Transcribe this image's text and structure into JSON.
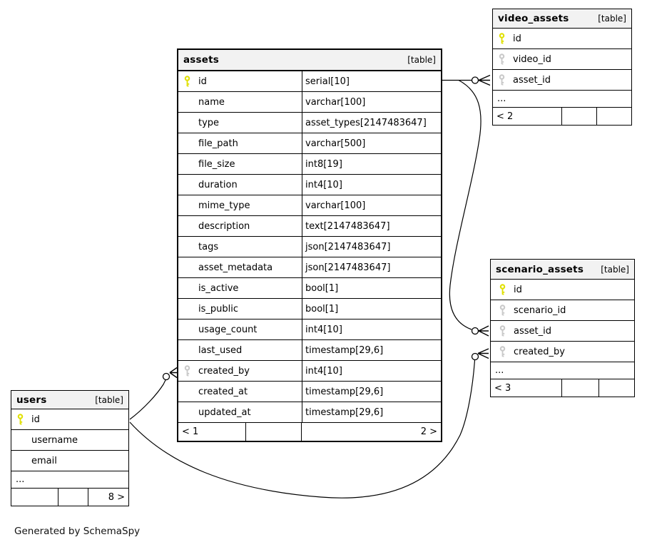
{
  "diagram": {
    "credit": "Generated by SchemaSpy",
    "colors": {
      "pk_key": "#e0e000",
      "fk_key": "#c9c9c9",
      "header_bg": "#f2f2f2",
      "line": "#000000"
    }
  },
  "tables": [
    {
      "id": "assets",
      "name": "assets",
      "badge": "[table]",
      "columns": [
        {
          "name": "id",
          "type": "serial[10]",
          "key": "pk"
        },
        {
          "name": "name",
          "type": "varchar[100]",
          "key": ""
        },
        {
          "name": "type",
          "type": "asset_types[2147483647]",
          "key": ""
        },
        {
          "name": "file_path",
          "type": "varchar[500]",
          "key": ""
        },
        {
          "name": "file_size",
          "type": "int8[19]",
          "key": ""
        },
        {
          "name": "duration",
          "type": "int4[10]",
          "key": ""
        },
        {
          "name": "mime_type",
          "type": "varchar[100]",
          "key": ""
        },
        {
          "name": "description",
          "type": "text[2147483647]",
          "key": ""
        },
        {
          "name": "tags",
          "type": "json[2147483647]",
          "key": ""
        },
        {
          "name": "asset_metadata",
          "type": "json[2147483647]",
          "key": ""
        },
        {
          "name": "is_active",
          "type": "bool[1]",
          "key": ""
        },
        {
          "name": "is_public",
          "type": "bool[1]",
          "key": ""
        },
        {
          "name": "usage_count",
          "type": "int4[10]",
          "key": ""
        },
        {
          "name": "last_used",
          "type": "timestamp[29,6]",
          "key": ""
        },
        {
          "name": "created_by",
          "type": "int4[10]",
          "key": "fk"
        },
        {
          "name": "created_at",
          "type": "timestamp[29,6]",
          "key": ""
        },
        {
          "name": "updated_at",
          "type": "timestamp[29,6]",
          "key": ""
        }
      ],
      "ellipsis": "",
      "footer": [
        "< 1",
        "",
        "2 >"
      ]
    },
    {
      "id": "video_assets",
      "name": "video_assets",
      "badge": "[table]",
      "columns": [
        {
          "name": "id",
          "type": "",
          "key": "pk"
        },
        {
          "name": "video_id",
          "type": "",
          "key": "fk"
        },
        {
          "name": "asset_id",
          "type": "",
          "key": "fk"
        }
      ],
      "ellipsis": "...",
      "footer": [
        "< 2",
        "",
        ""
      ]
    },
    {
      "id": "scenario_assets",
      "name": "scenario_assets",
      "badge": "[table]",
      "columns": [
        {
          "name": "id",
          "type": "",
          "key": "pk"
        },
        {
          "name": "scenario_id",
          "type": "",
          "key": "fk"
        },
        {
          "name": "asset_id",
          "type": "",
          "key": "fk"
        },
        {
          "name": "created_by",
          "type": "",
          "key": "fk"
        }
      ],
      "ellipsis": "...",
      "footer": [
        "< 3",
        "",
        ""
      ]
    },
    {
      "id": "users",
      "name": "users",
      "badge": "[table]",
      "columns": [
        {
          "name": "id",
          "type": "",
          "key": "pk"
        },
        {
          "name": "username",
          "type": "",
          "key": ""
        },
        {
          "name": "email",
          "type": "",
          "key": ""
        }
      ],
      "ellipsis": "...",
      "footer": [
        "",
        "",
        "8 >"
      ]
    }
  ],
  "relationships": [
    {
      "from": "assets.id",
      "to": "video_assets.asset_id",
      "marker": "zero-or-many"
    },
    {
      "from": "assets.id",
      "to": "scenario_assets.asset_id",
      "marker": "zero-or-many"
    },
    {
      "from": "users.id",
      "to": "assets.created_by",
      "marker": "zero-or-many"
    },
    {
      "from": "users.id",
      "to": "scenario_assets.created_by",
      "marker": "zero-or-many"
    }
  ]
}
